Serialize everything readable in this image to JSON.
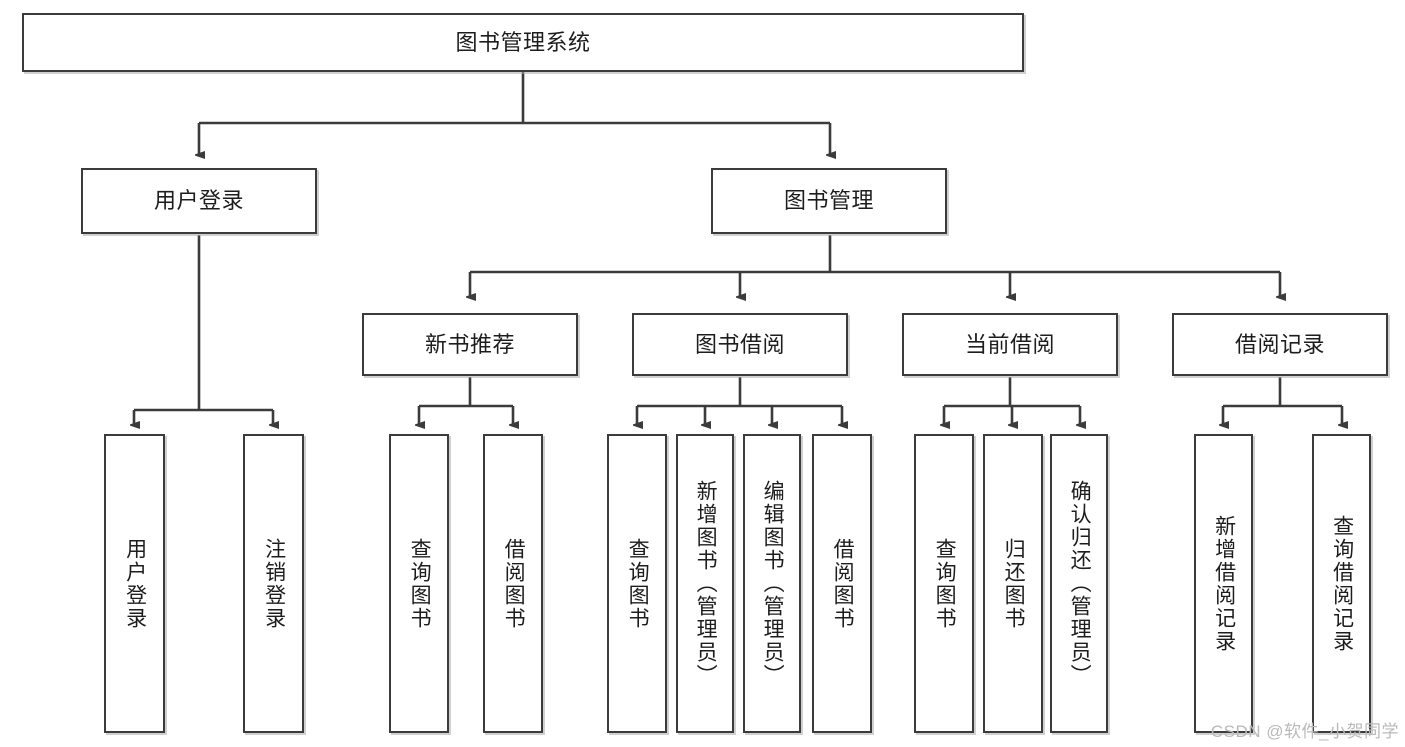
{
  "diagram": {
    "type": "tree-flowchart",
    "title": "图书管理系统",
    "line_color": "#3b3b3b",
    "box_fill": "#ffffff",
    "text_color": "#1d1d1d",
    "watermark": "CSDN @软件_小贺同学",
    "root": {
      "label": "图书管理系统"
    },
    "level2": [
      {
        "label": "用户登录"
      },
      {
        "label": "图书管理"
      }
    ],
    "level3": [
      {
        "label": "新书推荐"
      },
      {
        "label": "图书借阅"
      },
      {
        "label": "当前借阅"
      },
      {
        "label": "借阅记录"
      }
    ],
    "leaves": {
      "user_login": [
        {
          "label": "用户登录"
        },
        {
          "label": "注销登录"
        }
      ],
      "new_book_recommend": [
        {
          "label": "查询图书"
        },
        {
          "label": "借阅图书"
        }
      ],
      "book_borrow": [
        {
          "label": "查询图书"
        },
        {
          "label": "新增图书（管理员）"
        },
        {
          "label": "编辑图书（管理员）"
        },
        {
          "label": "借阅图书"
        }
      ],
      "current_borrow": [
        {
          "label": "查询图书"
        },
        {
          "label": "归还图书"
        },
        {
          "label": "确认归还（管理员）"
        }
      ],
      "borrow_record": [
        {
          "label": "新增借阅记录"
        },
        {
          "label": "查询借阅记录"
        }
      ]
    }
  }
}
